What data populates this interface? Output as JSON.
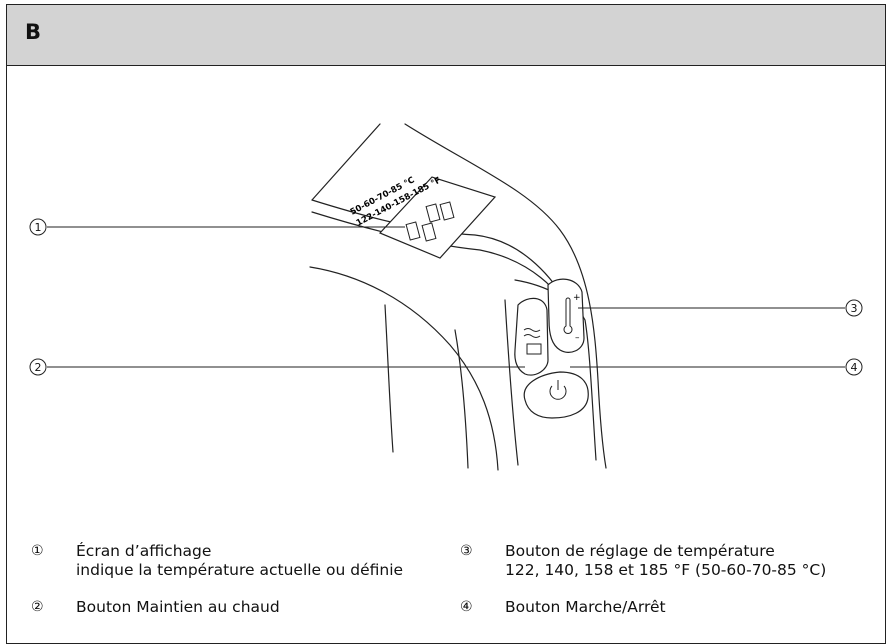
{
  "header": {
    "letter": "B"
  },
  "display_labels": {
    "celsius": "50-60-70-85 °C",
    "fahrenheit": "122-140-158-185 °F"
  },
  "callouts": [
    {
      "num": "①",
      "title": "Écran d’affichage",
      "desc": "indique la température actuelle ou définie"
    },
    {
      "num": "②",
      "title": "Bouton Maintien au chaud",
      "desc": ""
    },
    {
      "num": "③",
      "title": "Bouton de réglage de température",
      "desc": "122, 140, 158 et 185 °F (50-60-70-85 °C)"
    },
    {
      "num": "④",
      "title": "Bouton Marche/Arrêt",
      "desc": ""
    }
  ],
  "button_glyphs": {
    "plus": "+",
    "minus": "–"
  }
}
